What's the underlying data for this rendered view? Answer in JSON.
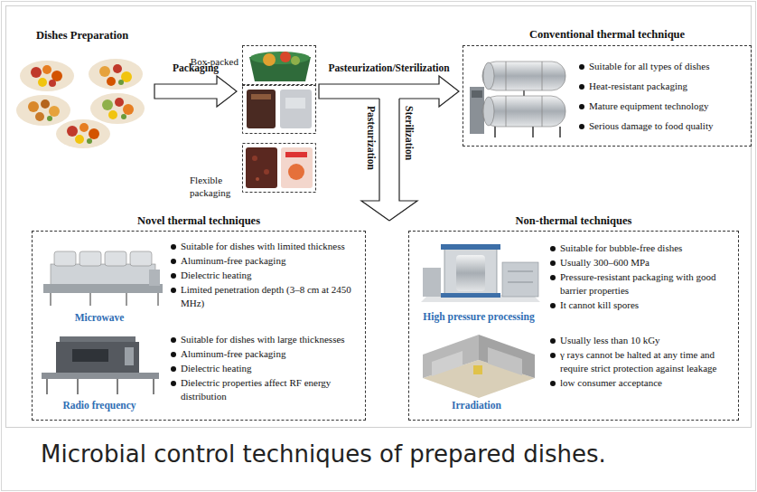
{
  "diagram": {
    "caption": "Microbial control techniques of prepared dishes.",
    "nodes": [
      {
        "text": [
          "Dishes Preparation"
        ]
      },
      {
        "text": [
          "Box-packed"
        ]
      },
      {
        "text": [
          "Flexible packaging"
        ]
      },
      {
        "text": [
          "Conventional thermal technique",
          "Suitable for all types of dishes",
          "Heat-resistant packaging",
          "Mature equipment technology",
          "Serious damage to food quality"
        ]
      },
      {
        "text": [
          "Novel thermal techniques"
        ]
      },
      {
        "text": [
          "Microwave",
          "Suitable for dishes with limited thickness",
          "Aluminum-free packaging",
          "Dielectric heating",
          "Limited penetration depth (3–8 cm at 2450 MHz)"
        ],
        "in": 4
      },
      {
        "text": [
          "Radio frequency",
          "Suitable for dishes with large thicknesses",
          "Aluminum-free packaging",
          "Dielectric heating",
          "Dielectric properties affect RF energy distribution"
        ],
        "in": 4
      },
      {
        "text": [
          "Non-thermal techniques"
        ]
      },
      {
        "text": [
          "High pressure processing",
          "Suitable for bubble-free dishes",
          "Usually 300–600 MPa",
          "Pressure-resistant packaging with good barrier properties",
          "It cannot kill spores"
        ],
        "in": 7
      },
      {
        "text": [
          "Irradiation",
          "Usually less than 10 kGy",
          "γ rays cannot be halted at any time and require strict protection against leakage",
          "low consumer acceptance"
        ],
        "in": 7
      }
    ],
    "edges": [
      {
        "from": 0,
        "to": 2,
        "label": "Packaging",
        "arrow": "to"
      },
      {
        "from": 2,
        "to": 3,
        "label": "Pasteurization/Sterilization",
        "arrow": "to"
      },
      {
        "from": 2,
        "to": 4,
        "label": "Pasteurization",
        "arrow": "to"
      },
      {
        "from": 2,
        "to": 7,
        "label": "Sterilization",
        "arrow": "to"
      }
    ]
  }
}
